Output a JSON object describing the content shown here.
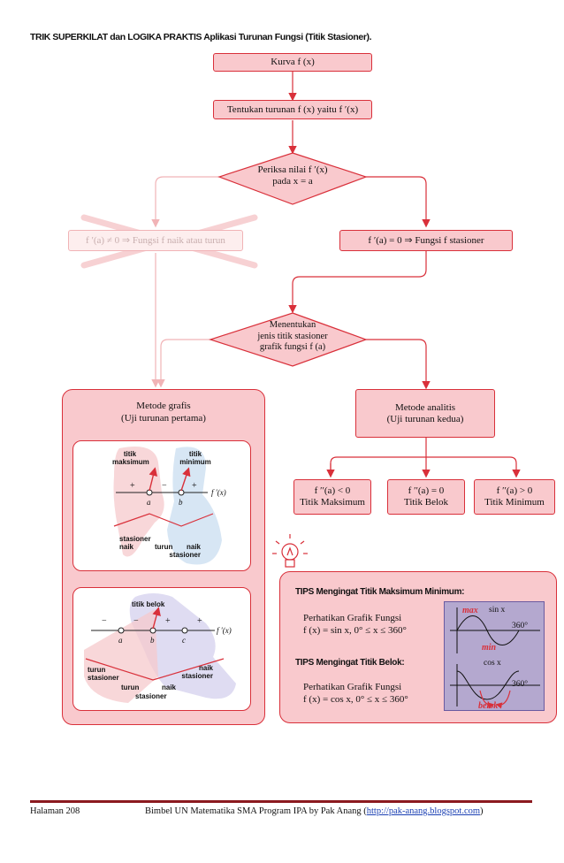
{
  "page_title": "TRIK SUPERKILAT dan LOGIKA PRAKTIS Aplikasi Turunan Fungsi (Titik Stasioner).",
  "flow": {
    "kurva": "Kurva f (x)",
    "turunan": "Tentukan turunan f (x) yaitu f ′(x)",
    "periksa_line1": "Periksa nilai f ′(x)",
    "periksa_line2": "pada x = a",
    "tidak_stasioner": "f ′(a) ≠ 0 ⇒ Fungsi f naik atau turun",
    "stasioner": "f ′(a) = 0 ⇒ Fungsi f stasioner",
    "jenis_line1": "Menentukan",
    "jenis_line2": "jenis titik stasioner",
    "jenis_line3": "grafik fungsi f (a)",
    "grafis_line1": "Metode grafis",
    "grafis_line2": "(Uji turunan pertama)",
    "analitis_line1": "Metode analitis",
    "analitis_line2": "(Uji turunan kedua)",
    "maks_line1": "f ′′(a) < 0",
    "maks_line2": "Titik Maksimum",
    "belok_line1": "f ′′(a) = 0",
    "belok_line2": "Titik Belok",
    "min_line1": "f ′′(a) > 0",
    "min_line2": "Titik Minimum"
  },
  "diagram1": {
    "titik_maksimum": "titik\nmaksimum",
    "titik_minimum": "titik\nminimum",
    "signs": [
      "+",
      "−",
      "+"
    ],
    "a": "a",
    "b": "b",
    "fprime": "f ′(x)",
    "stasioner_naik": "stasioner\nnaik",
    "turun": "turun",
    "naik_stasioner": "naik\nstasioner"
  },
  "diagram2": {
    "titik_belok": "titik belok",
    "signs": [
      "−",
      "−",
      "+",
      "+"
    ],
    "a": "a",
    "b": "b",
    "c": "c",
    "fprime": "f ′(x)",
    "turun_stasioner": "turun\nstasioner",
    "turun2": "turun",
    "stasioner2": "stasioner",
    "naik_stasioner": "naik\nstasioner",
    "naik2": "naik"
  },
  "tips": {
    "head1": "TIPS Mengingat Titik Maksimum Minimum:",
    "text1_line1": "Perhatikan Grafik Fungsi",
    "text1_line2": "f (x) = sin x, 0° ≤ x ≤ 360°",
    "head2": "TIPS Mengingat Titik Belok:",
    "text2_line1": "Perhatikan Grafik Fungsi",
    "text2_line2": "f (x) = cos x, 0° ≤ x ≤ 360°",
    "max": "max",
    "min": "min",
    "sinx": "sin x",
    "cosx": "cos x",
    "deg1": "360°",
    "deg2": "360°",
    "belok": "belok"
  },
  "footer": {
    "page": "Halaman 208",
    "text": "Bimbel UN Matematika SMA Program IPA by Pak Anang (",
    "link": "http://pak-anang.blogspot.com",
    "close": ")"
  },
  "colors": {
    "accent": "#d9303a",
    "box_fill": "#f9c9cd",
    "tips_graph": "#b4a8cf"
  }
}
